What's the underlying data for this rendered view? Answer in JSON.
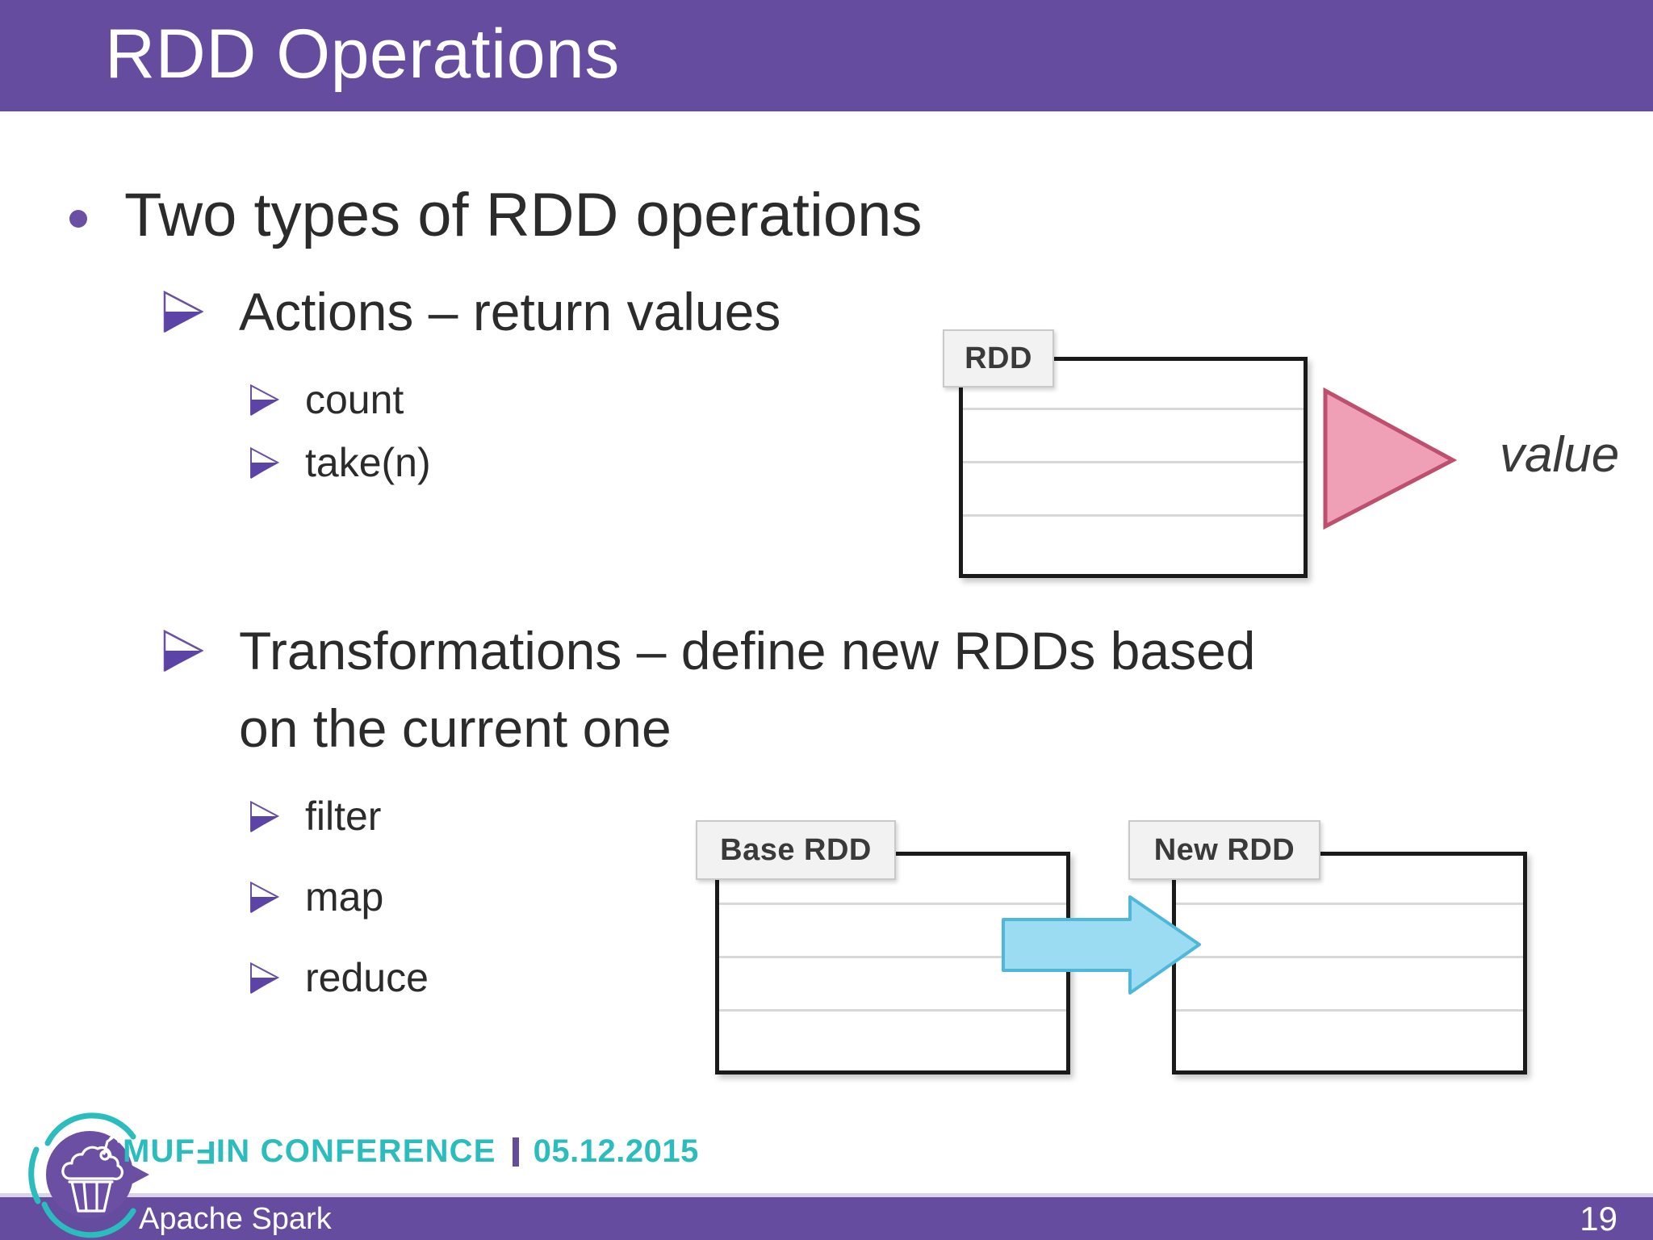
{
  "slide": {
    "title": "RDD Operations",
    "page_number": "19",
    "footer_subject": "Apache Spark",
    "header_color": "#654C9F",
    "accent_teal": "#2BBCBD",
    "bullet_purple": "#6A4FA3"
  },
  "content": {
    "level1": {
      "text": "Two types of RDD operations"
    },
    "actions": {
      "heading": "Actions – return values",
      "items": [
        "count",
        "take(n)"
      ]
    },
    "transformations": {
      "heading_line1": "Transformations – define new RDDs based",
      "heading_line2": "on the current one",
      "items": [
        "filter",
        "map",
        "reduce"
      ]
    }
  },
  "diagrams": {
    "action_diagram": {
      "table_label": "RDD",
      "result_label": "value",
      "triangle_fill": "#F0A0B6",
      "triangle_stroke": "#BE4F6E",
      "rows": 4
    },
    "transformation_diagram": {
      "source_label": "Base RDD",
      "target_label": "New RDD",
      "arrow_fill": "#9BDCF2",
      "arrow_stroke": "#4FB8D8",
      "rows": 4
    }
  },
  "branding": {
    "name_part1": "MUF",
    "name_reversed_letter": "F",
    "name_part2": "IN CONFERENCE",
    "date": "05.12.2015",
    "logo_icon": "cupcake-icon"
  }
}
